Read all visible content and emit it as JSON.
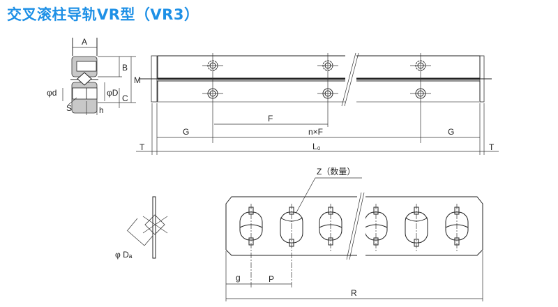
{
  "title": "交叉滚柱导轨VR型（VR3）",
  "section_labels": {
    "A": "A",
    "B": "B",
    "M": "M",
    "C": "C",
    "d": "φd",
    "D": "φD",
    "S": "S",
    "h": "h"
  },
  "rail_labels": {
    "F": "F",
    "nF": "n×F",
    "G_left": "G",
    "G_right": "G",
    "T_left": "T",
    "T_right": "T",
    "L0": "L₀"
  },
  "retainer_labels": {
    "Z": "Z（数量）",
    "g": "g",
    "P": "P",
    "R": "R",
    "Da": "φ Dₐ"
  },
  "colors": {
    "title": "#1e90e6",
    "line": "#222222",
    "fill": "#c8c8c8"
  }
}
